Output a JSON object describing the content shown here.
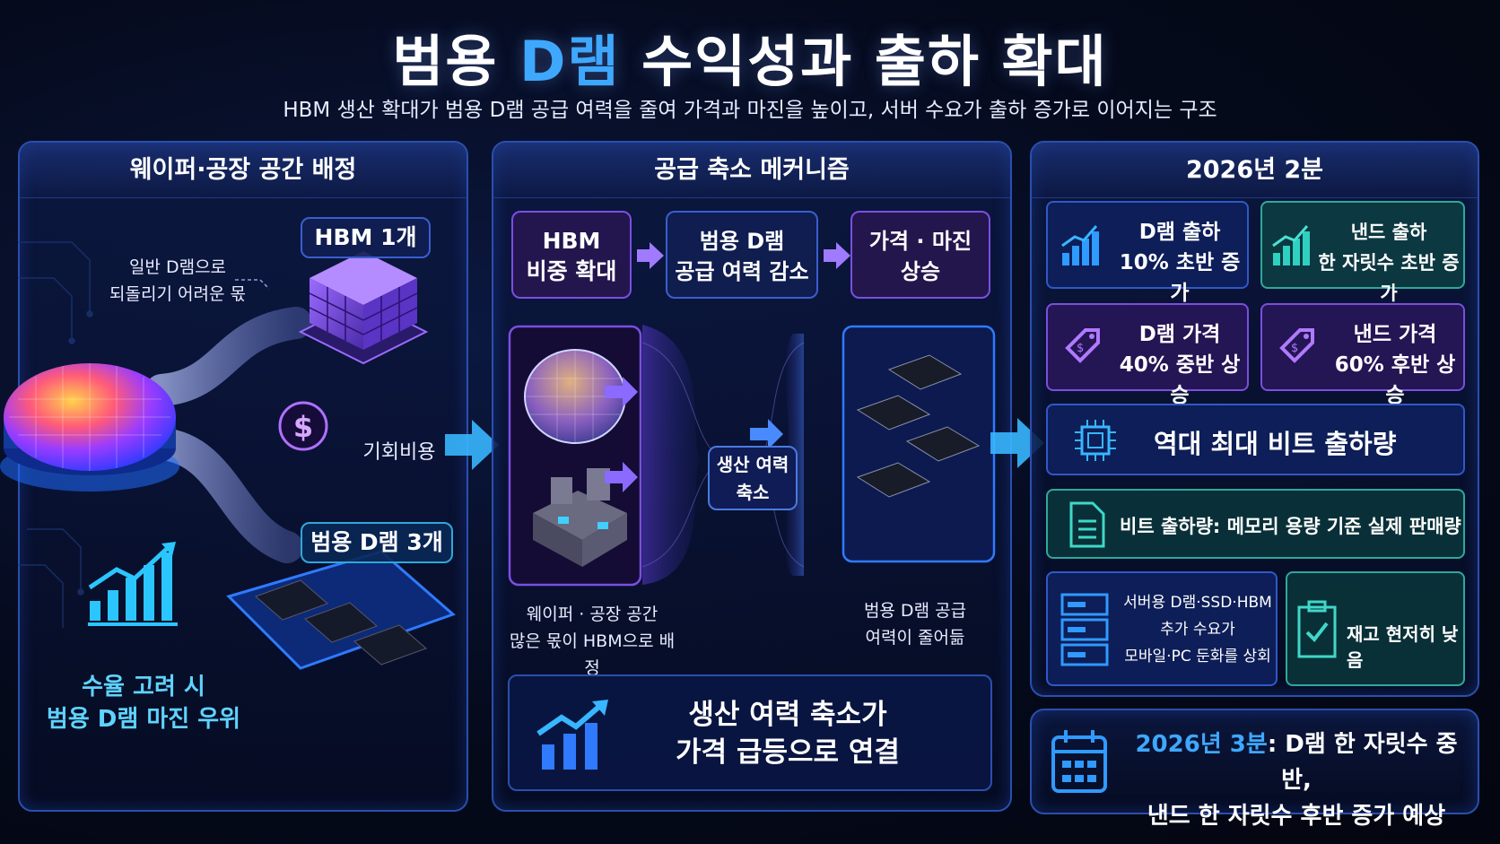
{
  "header": {
    "title_pre": "범용 ",
    "title_accent": "D램",
    "title_post": " 수익성과 출하 확대",
    "subtitle": "HBM 생산 확대가 범용 D램 공급 여력을 줄여 가격과 마진을 높이고, 서버 수요가 출하 증가로 이어지는 구조"
  },
  "left_panel": {
    "heading": "웨이퍼·공장 공간 배정",
    "hbm_label": "HBM 1개",
    "hbm_note_line1": "일반 D램으로",
    "hbm_note_line2": "되돌리기 어려운 몫",
    "cost_label": "기회비용",
    "dram_label": "범용 D램 3개",
    "margin_line1": "수율 고려 시",
    "margin_line2": "범용 D램 마진 우위"
  },
  "middle_panel": {
    "heading": "공급 축소 메커니즘",
    "step1_line1": "HBM",
    "step1_line2": "비중 확대",
    "step2_line1": "범용 D램",
    "step2_line2": "공급 여력 감소",
    "step3_line1": "가격 · 마진",
    "step3_line2": "상승",
    "center_line1": "생산 여력",
    "center_line2": "축소",
    "left_caption_line1": "웨이퍼 · 공장 공간",
    "left_caption_line2": "많은 몫이 HBM으로 배정",
    "right_caption_line1": "범용 D램 공급",
    "right_caption_line2": "여력이 줄어듦",
    "bottom_line1": "생산 여력 축소가",
    "bottom_line2": "가격 급등으로 연결"
  },
  "right_panel": {
    "heading": "2026년  2분",
    "stats": [
      {
        "line1": "D램 출하",
        "line2": "10% 초반 증가",
        "icon": "bar-chart-icon"
      },
      {
        "line1": "낸드 출하",
        "line2": "한 자릿수 초반 증가",
        "icon": "bar-chart-icon"
      },
      {
        "line1": "D램 가격",
        "line2": "40% 중반 상승",
        "icon": "price-tag-icon"
      },
      {
        "line1": "낸드 가격",
        "line2": "60% 후반 상승",
        "icon": "price-tag-icon"
      }
    ],
    "record": "역대 최대 비트 출하량",
    "definition": "비트 출하량: 메모리 용량 기준 실제 판매량",
    "server_line1": "서버용 D램·SSD·HBM",
    "server_line2": "추가 수요가",
    "server_line3": "모바일·PC 둔화를 상회",
    "inventory": "재고 현저히 낮음",
    "outlook_accent": "2026년 3분",
    "outlook_rest": ": D램 한 자릿수 중반,",
    "outlook_line2": "낸드 한 자릿수 후반 증가 예상"
  },
  "colors": {
    "accent_blue": "#3ea8ff",
    "purple": "#7a4fe0",
    "teal": "#2fa89a",
    "panel_border": "#2a4fae"
  }
}
